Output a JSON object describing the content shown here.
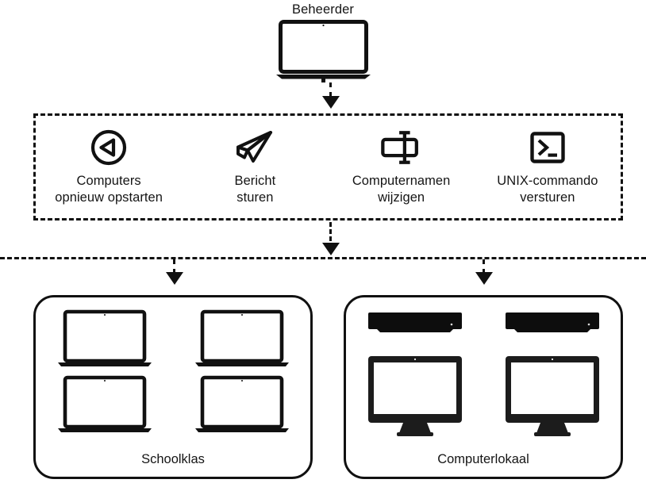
{
  "diagram": {
    "admin": {
      "label": "Beheerder",
      "icon": "laptop-open-icon"
    },
    "actions": {
      "items": [
        {
          "icon": "reboot-circle-icon",
          "label": "Computers\nopnieuw opstarten"
        },
        {
          "icon": "paper-plane-icon",
          "label": "Bericht\nsturen"
        },
        {
          "icon": "rename-field-icon",
          "label": "Computernamen\nwijzigen"
        },
        {
          "icon": "terminal-icon",
          "label": "UNIX-commando\nversturen"
        }
      ]
    },
    "rooms": [
      {
        "label": "Schoolklas",
        "devices": [
          "laptop-open-icon",
          "laptop-open-icon",
          "laptop-open-icon",
          "laptop-open-icon"
        ]
      },
      {
        "label": "Computerlokaal",
        "devices": [
          "laptop-closed-icon",
          "laptop-closed-icon",
          "imac-icon",
          "imac-icon"
        ]
      }
    ],
    "connectors": {
      "admin_to_actions": "dashed-arrow-down",
      "actions_to_divider": "dashed-arrow-down",
      "divider_to_school": "dashed-arrow-down",
      "divider_to_lab": "dashed-arrow-down",
      "divider": "dashed-horizontal-rule"
    },
    "colors": {
      "stroke": "#111111",
      "background": "#ffffff",
      "text": "#151515"
    }
  }
}
